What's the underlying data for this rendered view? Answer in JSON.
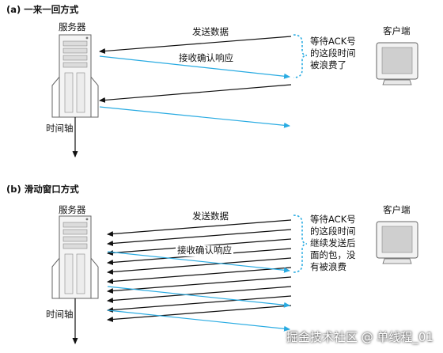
{
  "section_a": {
    "title": "(a) 一来一回方式",
    "server_label": "服务器",
    "client_label": "客户端",
    "axis_label": "时间轴",
    "send_label": "发送数据",
    "ack_label": "接收确认响应",
    "wait_note": [
      "等待ACK号",
      "的这段时间",
      "被浪费了"
    ]
  },
  "section_b": {
    "title": "(b) 滑动窗口方式",
    "server_label": "服务器",
    "client_label": "客户端",
    "axis_label": "时间轴",
    "send_label": "发送数据",
    "ack_label": "接收确认响应",
    "wait_note": [
      "等待ACK号",
      "的这段时间",
      "继续发送后",
      "面的包，没",
      "有被浪费"
    ]
  },
  "colors": {
    "send_arrow": "#111111",
    "ack_arrow": "#29abe2",
    "bracket": "#29abe2"
  },
  "watermark": "掘金技术社区 @ 单线程_01"
}
